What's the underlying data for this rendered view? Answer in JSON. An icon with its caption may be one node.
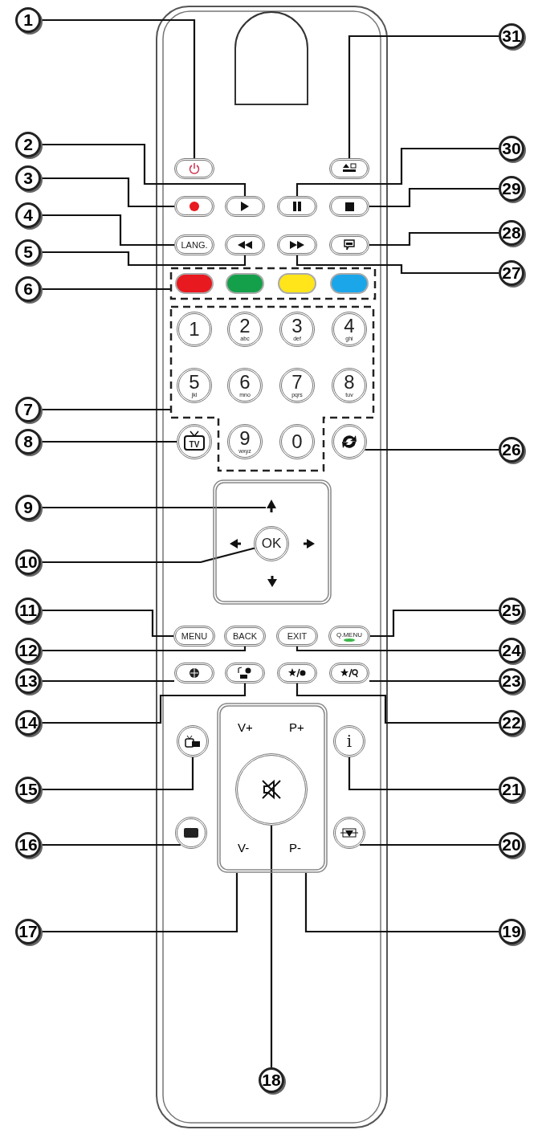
{
  "diagram": {
    "nodes": [
      {
        "text": [
          "1"
        ]
      },
      {
        "text": [
          "2"
        ]
      },
      {
        "text": [
          "3"
        ]
      },
      {
        "text": [
          "4"
        ]
      },
      {
        "text": [
          "5"
        ]
      },
      {
        "text": [
          "6"
        ]
      },
      {
        "text": [
          "7"
        ]
      },
      {
        "text": [
          "8"
        ]
      },
      {
        "text": [
          "9"
        ]
      },
      {
        "text": [
          "10"
        ]
      },
      {
        "text": [
          "11"
        ]
      },
      {
        "text": [
          "12"
        ]
      },
      {
        "text": [
          "13"
        ]
      },
      {
        "text": [
          "14"
        ]
      },
      {
        "text": [
          "15"
        ]
      },
      {
        "text": [
          "16"
        ]
      },
      {
        "text": [
          "17"
        ]
      },
      {
        "text": [
          "18"
        ]
      },
      {
        "text": [
          "19"
        ]
      },
      {
        "text": [
          "20"
        ]
      },
      {
        "text": [
          "21"
        ]
      },
      {
        "text": [
          "22"
        ]
      },
      {
        "text": [
          "23"
        ]
      },
      {
        "text": [
          "24"
        ]
      },
      {
        "text": [
          "25"
        ]
      },
      {
        "text": [
          "26"
        ]
      },
      {
        "text": [
          "27"
        ]
      },
      {
        "text": [
          "28"
        ]
      },
      {
        "text": [
          "29"
        ]
      },
      {
        "text": [
          "30"
        ]
      },
      {
        "text": [
          "31"
        ]
      },
      {
        "text": [],
        "shape": "oval"
      },
      {
        "text": [],
        "shape": "oval"
      },
      {
        "text": [],
        "shape": "oval"
      },
      {
        "text": [
          "LANG."
        ]
      },
      {
        "text": [],
        "shape": "oval"
      },
      {
        "text": [],
        "shape": "box"
      },
      {
        "text": [],
        "shape": "oval",
        "in": 36
      },
      {
        "text": [],
        "shape": "oval",
        "in": 36
      },
      {
        "text": [],
        "shape": "oval",
        "in": 36
      },
      {
        "text": [],
        "shape": "oval",
        "in": 36
      },
      {
        "text": [],
        "shape": "box"
      },
      {
        "text": [
          "1"
        ],
        "in": 41
      },
      {
        "text": [
          "2",
          "abc"
        ],
        "in": 41
      },
      {
        "text": [
          "3",
          "def"
        ],
        "in": 41
      },
      {
        "text": [
          "4",
          "ghi"
        ],
        "in": 41
      },
      {
        "text": [
          "5",
          "jkl"
        ],
        "in": 41
      },
      {
        "text": [
          "6",
          "mno"
        ],
        "in": 41
      },
      {
        "text": [
          "7",
          "pqrs"
        ],
        "in": 41
      },
      {
        "text": [
          "8",
          "tuv"
        ],
        "in": 41
      },
      {
        "text": [
          "9",
          "wxyz"
        ],
        "in": 41
      },
      {
        "text": [
          "0"
        ],
        "in": 41
      },
      {
        "text": [
          "TV"
        ]
      },
      {
        "text": [],
        "shape": "box"
      },
      {
        "text": [],
        "shape": "triangle",
        "in": 53
      },
      {
        "text": [
          "OK"
        ],
        "in": 53
      },
      {
        "text": [
          "MENU"
        ]
      },
      {
        "text": [
          "BACK"
        ]
      },
      {
        "text": [
          "EXIT"
        ]
      },
      {
        "text": [
          "Q.MENU"
        ]
      },
      {
        "text": [],
        "shape": "oval"
      },
      {
        "text": [],
        "shape": "oval"
      },
      {
        "text": [],
        "shape": "oval"
      },
      {
        "text": [],
        "shape": "oval"
      },
      {
        "text": [
          "V+",
          "P+",
          "V-",
          "P-"
        ]
      },
      {
        "text": [],
        "shape": "circle",
        "in": 64
      },
      {
        "text": [],
        "shape": "circle"
      },
      {
        "text": [],
        "shape": "circle"
      },
      {
        "text": [
          "i"
        ]
      },
      {
        "text": [],
        "shape": "circle"
      },
      {
        "text": [],
        "shape": "circle"
      },
      {
        "text": [],
        "shape": "oval"
      },
      {
        "text": [],
        "shape": "oval"
      },
      {
        "text": [],
        "shape": "oval"
      },
      {
        "text": [],
        "shape": "oval"
      },
      {
        "text": [],
        "shape": "oval"
      }
    ],
    "edges": [
      {
        "from": 0,
        "to": 31,
        "arrow": "none"
      },
      {
        "from": 1,
        "to": 32,
        "arrow": "none"
      },
      {
        "from": 2,
        "to": 33,
        "arrow": "none"
      },
      {
        "from": 3,
        "to": 34,
        "arrow": "none"
      },
      {
        "from": 4,
        "to": 35,
        "arrow": "none"
      },
      {
        "from": 5,
        "to": 36,
        "arrow": "none"
      },
      {
        "from": 6,
        "to": 41,
        "arrow": "none"
      },
      {
        "from": 7,
        "to": 52,
        "arrow": "none"
      },
      {
        "from": 8,
        "to": 54,
        "arrow": "none"
      },
      {
        "from": 9,
        "to": 55,
        "arrow": "none"
      },
      {
        "from": 10,
        "to": 56,
        "arrow": "none"
      },
      {
        "from": 11,
        "to": 57,
        "arrow": "none"
      },
      {
        "from": 12,
        "to": 60,
        "arrow": "none"
      },
      {
        "from": 13,
        "to": 61,
        "arrow": "none"
      },
      {
        "from": 14,
        "to": 66,
        "arrow": "none"
      },
      {
        "from": 15,
        "to": 67,
        "arrow": "none"
      },
      {
        "from": 16,
        "to": 64,
        "arrow": "none"
      },
      {
        "from": 17,
        "to": 65,
        "arrow": "none"
      },
      {
        "from": 18,
        "to": 64,
        "arrow": "none"
      },
      {
        "from": 19,
        "to": 69,
        "arrow": "none"
      },
      {
        "from": 20,
        "to": 68,
        "arrow": "none"
      },
      {
        "from": 21,
        "to": 62,
        "arrow": "none"
      },
      {
        "from": 22,
        "to": 63,
        "arrow": "none"
      },
      {
        "from": 23,
        "to": 58,
        "arrow": "none"
      },
      {
        "from": 24,
        "to": 59,
        "arrow": "none"
      },
      {
        "from": 25,
        "to": 70,
        "arrow": "none"
      },
      {
        "from": 26,
        "to": 71,
        "arrow": "none"
      },
      {
        "from": 27,
        "to": 72,
        "arrow": "none"
      },
      {
        "from": 28,
        "to": 73,
        "arrow": "none"
      },
      {
        "from": 29,
        "to": 74,
        "arrow": "none"
      },
      {
        "from": 30,
        "to": 75,
        "arrow": "none"
      }
    ]
  }
}
